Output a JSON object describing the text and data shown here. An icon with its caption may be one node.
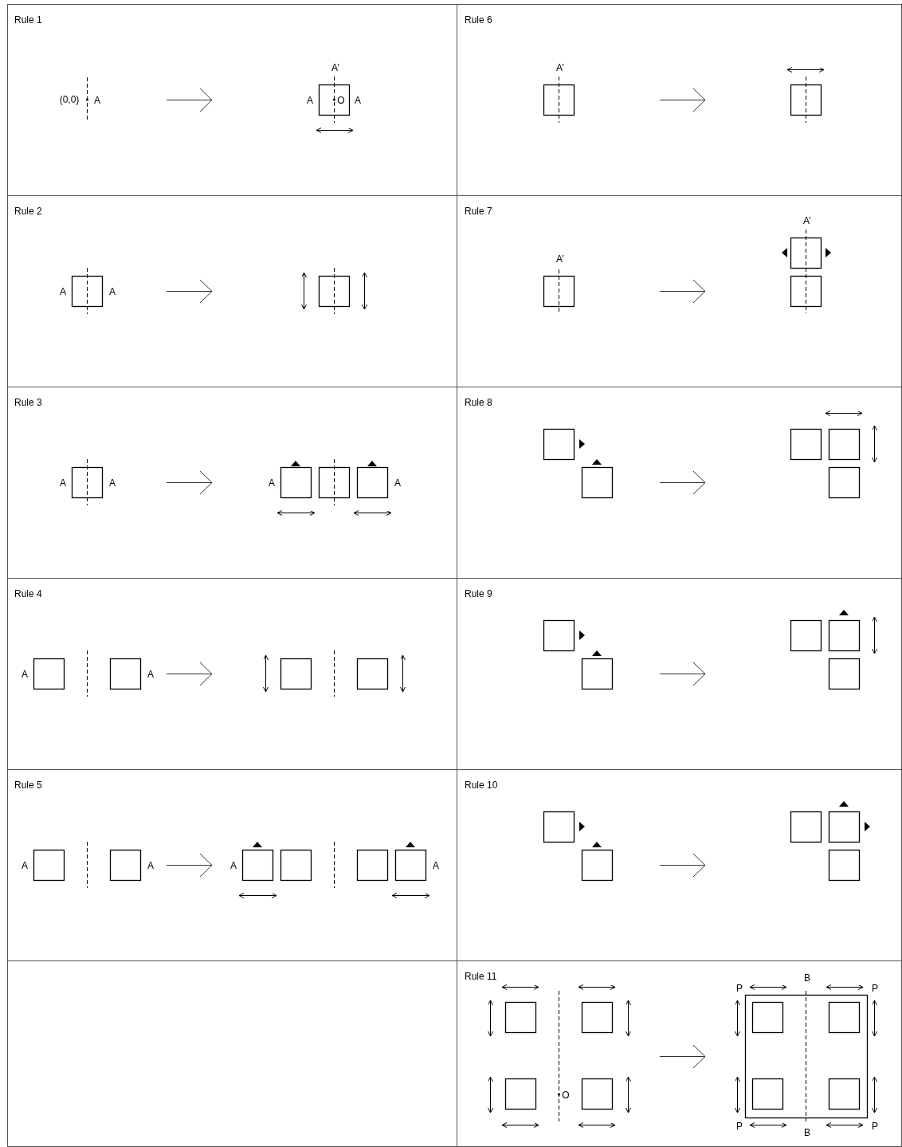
{
  "diagram": {
    "labels": [
      "Rule 1",
      "(0,0)",
      "A",
      "A’",
      "A",
      "O",
      "A",
      "Rule 6",
      "A’",
      "Rule 2",
      "A",
      "A",
      "Rule 7",
      "A’",
      "A’",
      "Rule 3",
      "A",
      "A",
      "A",
      "A",
      "Rule 8",
      "Rule 4",
      "A",
      "A",
      "Rule 9",
      "Rule 5",
      "A",
      "A",
      "A",
      "A",
      "Rule 10",
      "Rule 11",
      "O",
      "B",
      "P",
      "P",
      "P",
      "P",
      "B"
    ]
  }
}
